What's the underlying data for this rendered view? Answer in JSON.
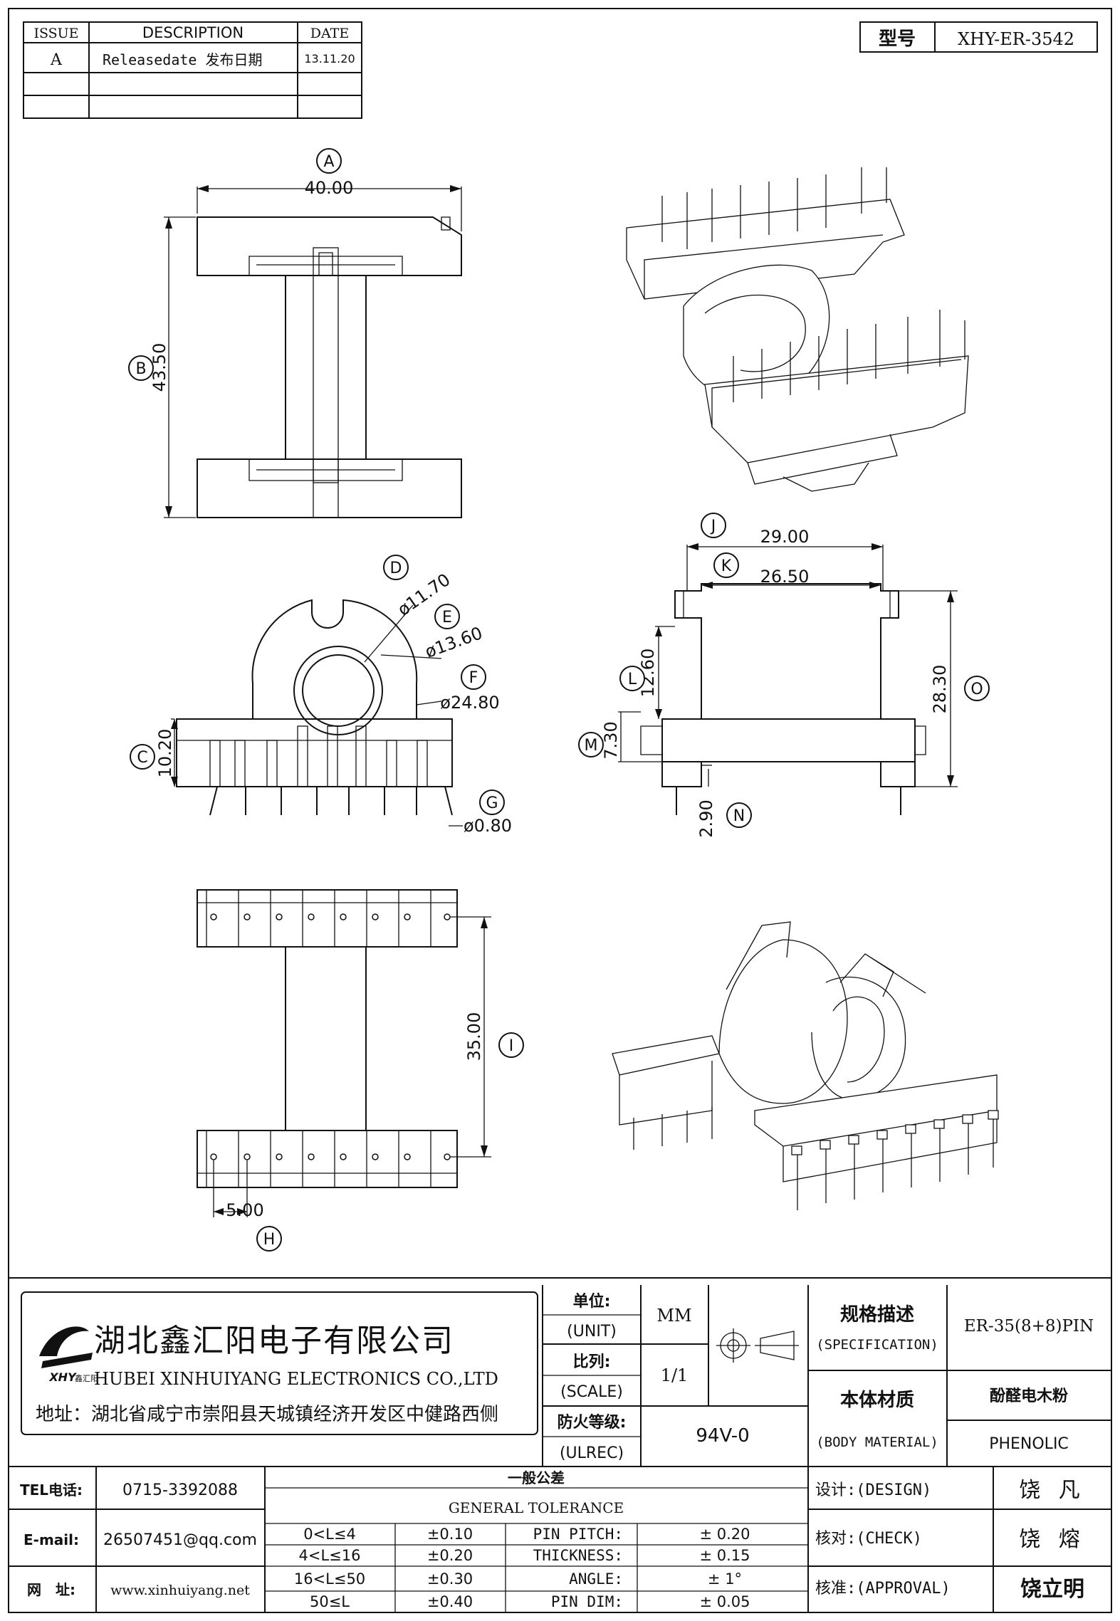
{
  "revision": {
    "headers": [
      "ISSUE",
      "DESCRIPTION",
      "DATE"
    ],
    "rows": [
      {
        "issue": "A",
        "description": "Releasedate 发布日期",
        "date": "13.11.20"
      }
    ]
  },
  "model": {
    "label": "型号",
    "value": "XHY-ER-3542"
  },
  "dims": {
    "A": "40.00",
    "B": "43.50",
    "C": "10.20",
    "D": "ø11.70",
    "E": "ø13.60",
    "F": "ø24.80",
    "G": "ø0.80",
    "H": "5.00",
    "I": "35.00",
    "J": "29.00",
    "K": "26.50",
    "L": "12.60",
    "M": "7.30",
    "N": "2.90",
    "O": "28.30"
  },
  "callouts": [
    "A",
    "B",
    "C",
    "D",
    "E",
    "F",
    "G",
    "H",
    "I",
    "J",
    "K",
    "L",
    "M",
    "N",
    "O"
  ],
  "company": {
    "name_cn": "湖北鑫汇阳电子有限公司",
    "name_en": "HUBEI XINHUIYANG ELECTRONICS CO.,LTD",
    "logo_text": "XHY",
    "logo_sub": "鑫汇阳",
    "address": "地址：湖北省咸宁市崇阳县天城镇经济开发区中健路西侧"
  },
  "specs": {
    "unit_label": "单位:",
    "unit_label_en": "(UNIT)",
    "unit_value": "MM",
    "scale_label": "比列:",
    "scale_label_en": "(SCALE)",
    "scale_value": "1/1",
    "ulrec_label": "防火等级:",
    "ulrec_label_en": "(ULREC)",
    "ulrec_value": "94V-0",
    "spec_label": "规格描述",
    "spec_label_en": "(SPECIFICATION)",
    "spec_value": "ER-35(8+8)PIN",
    "material_label": "本体材质",
    "material_label_en": "(BODY MATERIAL)",
    "material_value_cn": "酚醛电木粉",
    "material_value_en": "PHENOLIC"
  },
  "contact": {
    "tel_label": "TEL电话:",
    "tel": "0715-3392088",
    "email_label": "E-mail:",
    "email": "26507451@qq.com",
    "web_label": "网　址:",
    "web": "www.xinhuiyang.net"
  },
  "tolerance": {
    "title_cn": "一般公差",
    "title_en": "GENERAL TOLERANCE",
    "rows": [
      {
        "range": "0<L≤4",
        "tol": "±0.10",
        "item": "PIN PITCH:",
        "val": "± 0.20"
      },
      {
        "range": "4<L≤16",
        "tol": "±0.20",
        "item": "THICKNESS:",
        "val": "± 0.15"
      },
      {
        "range": "16<L≤50",
        "tol": "±0.30",
        "item": "ANGLE:",
        "val": "± 1°"
      },
      {
        "range": "50≤L",
        "tol": "±0.40",
        "item": "PIN DIM:",
        "val": "± 0.05"
      }
    ]
  },
  "approval": {
    "design_label": "设计:(DESIGN)",
    "design": "饶 凡",
    "check_label": "核对:(CHECK)",
    "check": "饶 熔",
    "approval_label": "核准:(APPROVAL)",
    "approval": "饶立明"
  }
}
